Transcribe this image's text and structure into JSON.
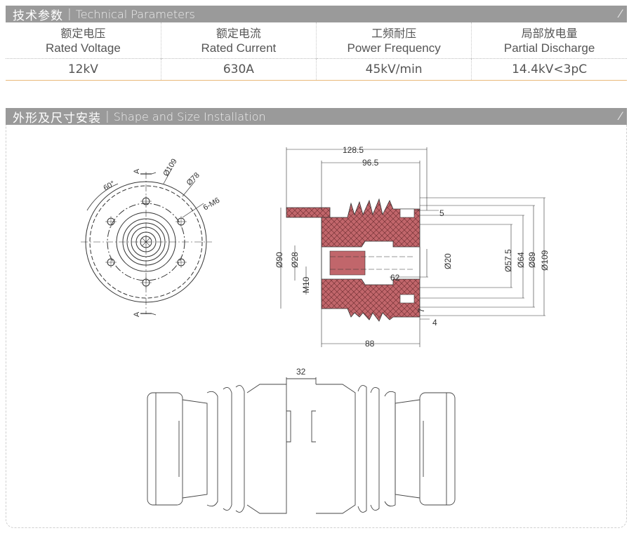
{
  "section1": {
    "title_zh": "技术参数",
    "separator": "|",
    "title_en": "Technical Parameters"
  },
  "params": {
    "columns": [
      {
        "zh": "额定电压",
        "en": "Rated Voltage",
        "value": "12kV"
      },
      {
        "zh": "额定电流",
        "en": "Rated Current",
        "value": "630A"
      },
      {
        "zh": "工频耐压",
        "en": "Power Frequency",
        "value": "45kV/min"
      },
      {
        "zh": "局部放电量",
        "en": "Partial Discharge",
        "value": "14.4kV<3pC"
      }
    ]
  },
  "section2": {
    "title_zh": "外形及尺寸安装",
    "separator": "|",
    "title_en": "Shape and Size Installation"
  },
  "drawing": {
    "front_view": {
      "angle": "60°",
      "d109": "Ø109",
      "d78": "Ø78",
      "holes": "6-M6",
      "section_mark": "A"
    },
    "side_view": {
      "len_1285": "128.5",
      "len_965": "96.5",
      "dim_5": "5",
      "d90": "Ø90",
      "d28": "Ø28",
      "m10": "M10",
      "d20": "Ø20",
      "dim_62": "62",
      "d575": "Ø57.5",
      "d64": "Ø64",
      "d89": "Ø89",
      "d109": "Ø109",
      "dim_7": "7",
      "dim_4": "4",
      "len_88": "88"
    },
    "assembly": {
      "gap": "32"
    }
  },
  "colors": {
    "bar": "#9a9a9a",
    "accent_line": "#e9b97a",
    "insulator": "#c1666b"
  }
}
